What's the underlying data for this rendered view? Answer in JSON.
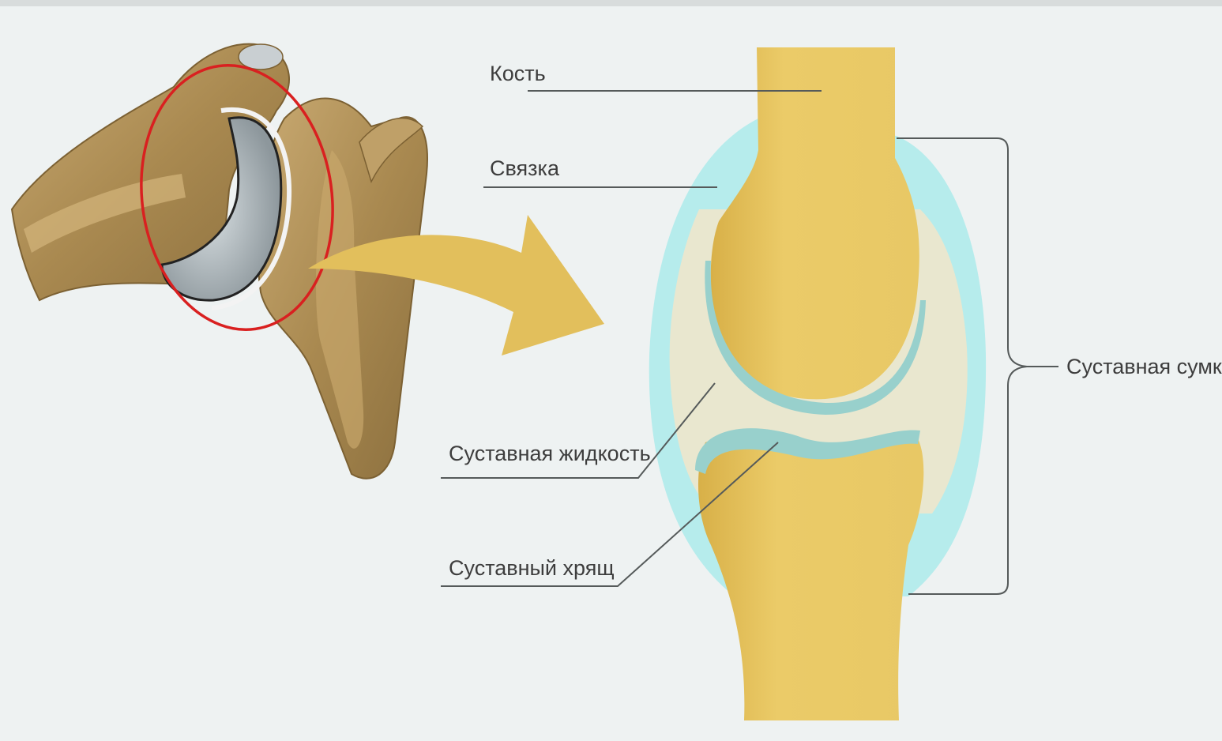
{
  "labels": {
    "bone": "Кость",
    "ligament": "Связка",
    "synovial_fluid": "Суставная жидкость",
    "cartilage": "Суставный хрящ",
    "capsule": "Суставная сумка"
  },
  "colors": {
    "background": "#eef2f2",
    "bone_fill": "#e7c667",
    "bone_shade": "#d6b04a",
    "cartilage": "#98d0cc",
    "fluid": "#e9e7cf",
    "capsule": "#b6ecec",
    "arrow": "#e2bf5c",
    "highlight_circle": "#d92020",
    "section_bone": "#b08e54",
    "section_cartilage": "#a9b1b5"
  },
  "icons": {
    "left_image": "anatomical-joint-cross-section",
    "arrow": "curved-arrow-right"
  }
}
